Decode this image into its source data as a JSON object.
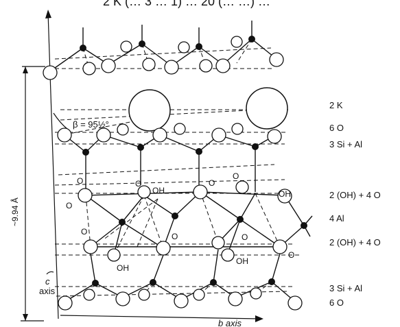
{
  "header": {
    "title_partial": "2 K (… 3 … 1) … 20 (… …) …"
  },
  "dimension": {
    "spacing_label": "~9.94 Å",
    "beta_label": "β = 95½°"
  },
  "axes": {
    "c_axis_line1": "c",
    "c_axis_line2": "axis",
    "b_axis_label": "b axis"
  },
  "atom_labels": {
    "o": "O",
    "oh": "OH"
  },
  "layers": [
    {
      "key": "k",
      "label": "2 K"
    },
    {
      "key": "o6_top",
      "label": "6 O"
    },
    {
      "key": "si_top",
      "label": "3 Si + Al"
    },
    {
      "key": "oh_top",
      "label": "2 (OH) + 4 O"
    },
    {
      "key": "al",
      "label": "4 Al"
    },
    {
      "key": "oh_bot",
      "label": "2 (OH) + 4 O"
    },
    {
      "key": "si_bot",
      "label": "3 Si + Al"
    },
    {
      "key": "o6_bot",
      "label": "6 O"
    }
  ],
  "colors": {
    "ink": "#111111",
    "background": "#ffffff"
  }
}
